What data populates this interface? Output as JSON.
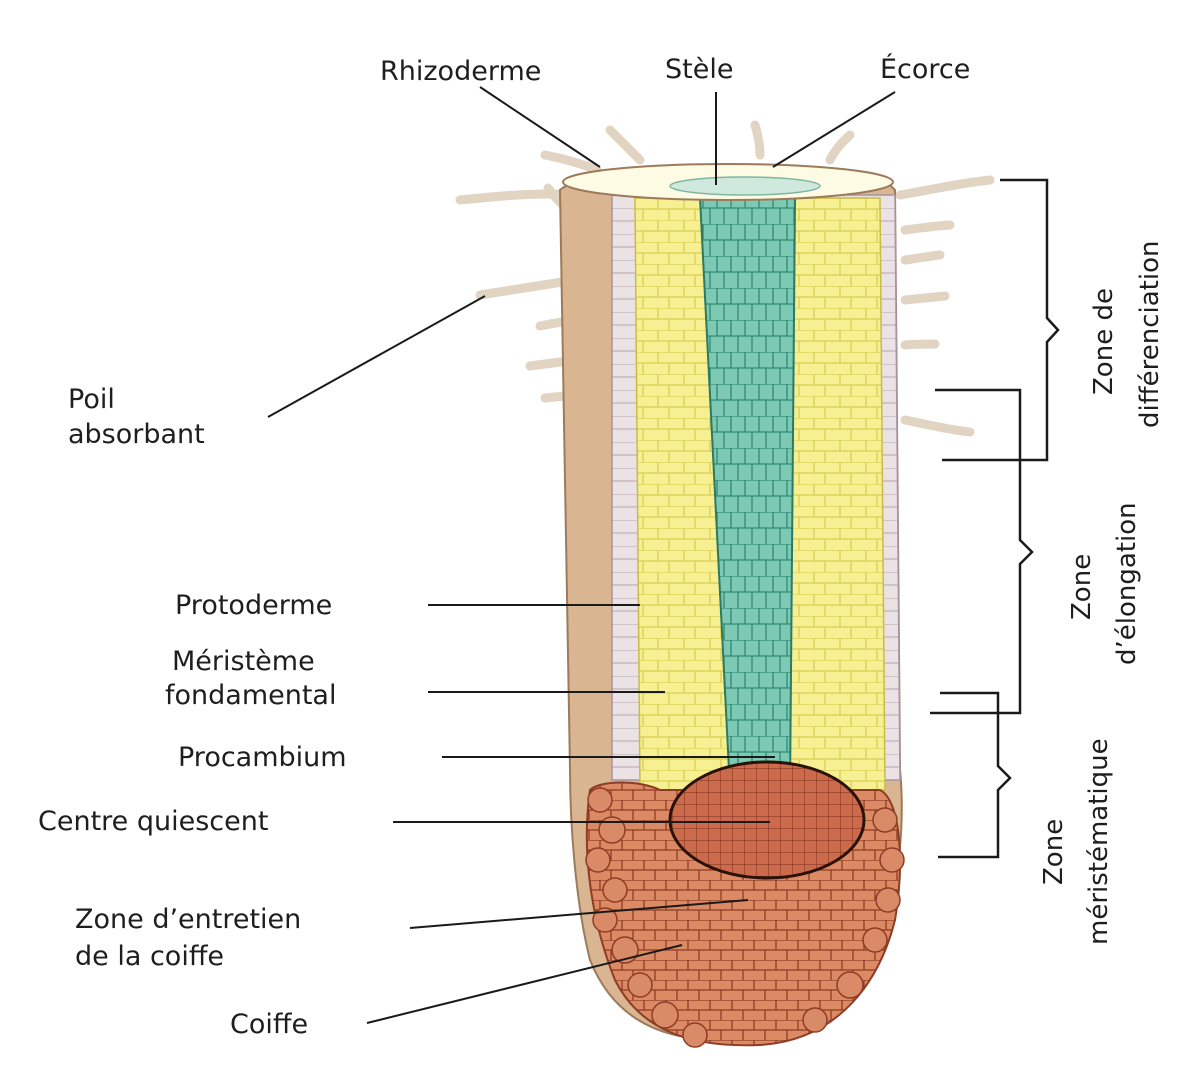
{
  "labels": {
    "rhizoderme": "Rhizoderme",
    "stele": "Stèle",
    "ecorce": "Écorce",
    "poil_line1": "Poil",
    "poil_line2": "absorbant",
    "protoderme": "Protoderme",
    "meristeme_line1": "Méristème",
    "meristeme_line2": "fondamental",
    "procambium": "Procambium",
    "centre": "Centre quiescent",
    "entretien_line1": "Zone d’entretien",
    "entretien_line2": "de la coiffe",
    "coiffe": "Coiffe"
  },
  "zones": {
    "differenciation_line1": "Zone de",
    "differenciation_line2": "différenciation",
    "elongation_line1": "Zone",
    "elongation_line2": "d’élongation",
    "meristematique_line1": "Zone",
    "meristematique_line2": "méristématique"
  },
  "colors": {
    "rhizoderm": "#d9b592",
    "cortex": "#f5ef8e",
    "stele": "#79c7b1",
    "cap": "#d9825e",
    "quiescent": "#c96a4a",
    "protoderm": "#e7dde0"
  }
}
